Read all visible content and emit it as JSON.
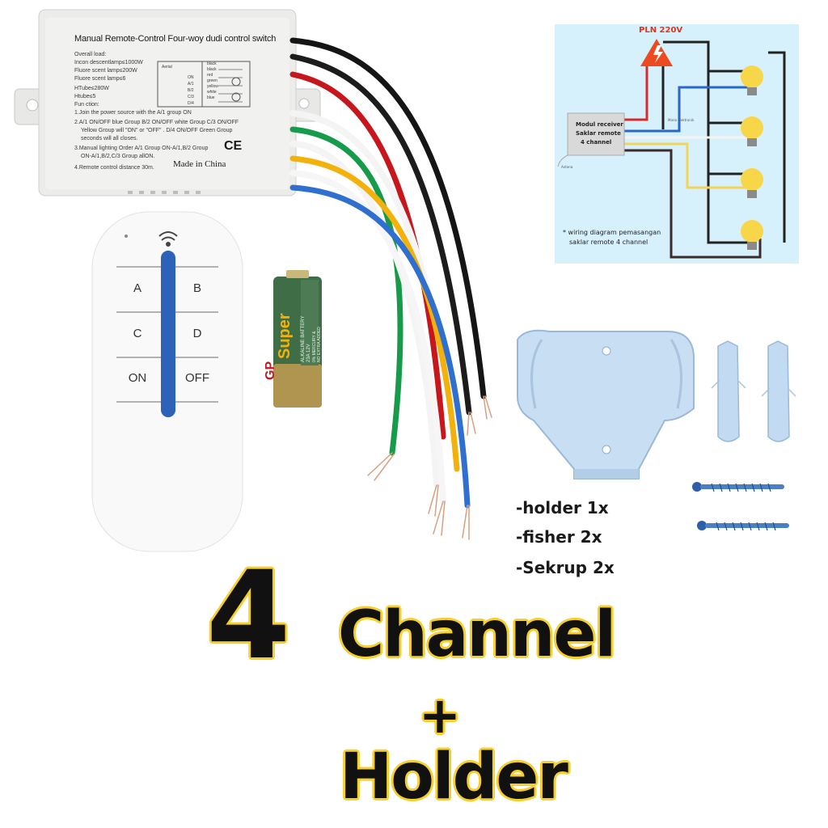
{
  "receiver": {
    "title": "Manual Remote-Control Four-woy dudi control switch",
    "lines": [
      "Overall load:",
      "Incon descentlamp≤1000W",
      "Fluore scent lamp≤200W",
      "Fluore scent lamp≤6",
      "HTube≤280W",
      "Htube≤5",
      "Fun ction:",
      "1.Join the power source with the A/1 group ON",
      "2.A/1 ON/OFF blue Group B/2 ON/OFF white Group C/3 ON/OFF",
      "Yellow Group will \"ON\" or \"OFF\" . D/4 ON/OFF Green Group",
      "seconds will all closes.",
      "3.Manual lighting Order A/1 Group ON-A/1,B/2 Group",
      "ON-A/1,B/2,C/3 Group allON.",
      "4.Remote control distance 30m."
    ],
    "made_in": "Made in China",
    "ce": "CE",
    "wire_labels": [
      "black",
      "black",
      "red",
      "green",
      "yellow",
      "white",
      "blue"
    ],
    "terminal_labels": [
      "Aerial",
      "ON",
      "A/1",
      "B/2",
      "C/3",
      "D/4"
    ]
  },
  "remote": {
    "buttons": [
      "A",
      "B",
      "C",
      "D",
      "ON",
      "OFF"
    ]
  },
  "battery": {
    "brand": "GP",
    "name": "Super",
    "line1": "ALKALINE BATTERY",
    "line2": "23A 12V",
    "line3": "0% MERCURY &",
    "line4": "NO EXTRA ADDED"
  },
  "diagram": {
    "power_label": "PLN 220V",
    "module_lines": [
      "Modul receiver",
      "Saklar remote",
      "4 channel"
    ],
    "brand_small": "Mario elektronik",
    "antenna_label": "Antena",
    "caption_line1": "* wiring diagram pemasangan",
    "caption_line2": "saklar remote 4 channel",
    "bg_color": "#d6f1fb"
  },
  "items": [
    "-holder 1x",
    "-fisher 2x",
    "-Sekrup 2x"
  ],
  "headline": {
    "number": "4",
    "channel": "Channel",
    "plus": "+",
    "holder": "Holder",
    "highlight_color": "#f6cf2b"
  }
}
